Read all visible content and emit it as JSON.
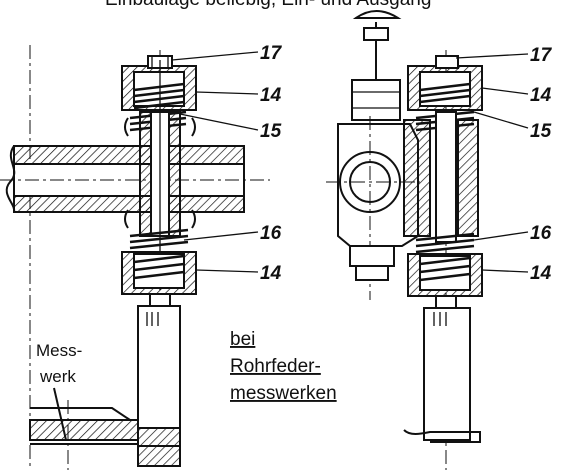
{
  "top_caption": "Einbaulage beliebig, Ein- und Ausgang",
  "callouts": {
    "left": [
      "17",
      "14",
      "15",
      "16",
      "14"
    ],
    "right": [
      "17",
      "14",
      "15",
      "16",
      "14"
    ]
  },
  "labels": {
    "messwerk_line1": "Mess-",
    "messwerk_line2": "werk"
  },
  "note_lines": [
    "bei",
    "Rohrfeder-",
    "messwerken"
  ]
}
